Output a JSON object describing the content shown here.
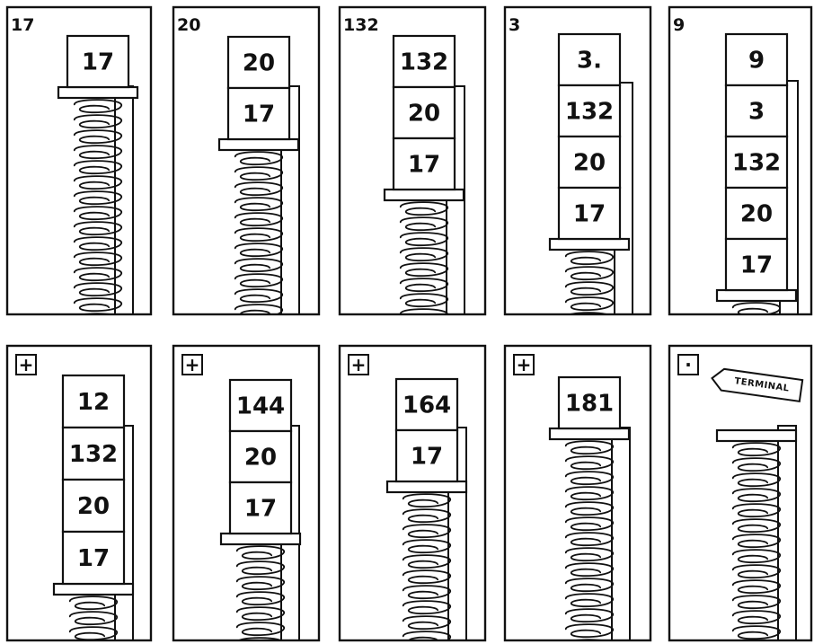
{
  "panels": [
    {
      "label": "17",
      "op": null,
      "stack": [
        "17"
      ]
    },
    {
      "label": "20",
      "op": null,
      "stack": [
        "20",
        "17"
      ]
    },
    {
      "label": "132",
      "op": null,
      "stack": [
        "132",
        "20",
        "17"
      ]
    },
    {
      "label": "3",
      "op": null,
      "stack": [
        "3.",
        "132",
        "20",
        "17"
      ]
    },
    {
      "label": "9",
      "op": null,
      "stack": [
        "9",
        "3",
        "132",
        "20",
        "17"
      ]
    },
    {
      "label": "",
      "op": "+",
      "stack": [
        "12",
        "132",
        "20",
        "17"
      ]
    },
    {
      "label": "",
      "op": "+",
      "stack": [
        "144",
        "20",
        "17"
      ]
    },
    {
      "label": "",
      "op": "+",
      "stack": [
        "164",
        "17"
      ]
    },
    {
      "label": "",
      "op": "+",
      "stack": [
        "181"
      ]
    },
    {
      "label": "",
      "op": ".",
      "stack": [],
      "tag": "TERMINAL"
    }
  ],
  "icons": {
    "plus": "plus-icon",
    "dot": "dot-icon",
    "spring": "spring-icon"
  },
  "colors": {
    "ink": "#111111",
    "paper": "#ffffff"
  }
}
